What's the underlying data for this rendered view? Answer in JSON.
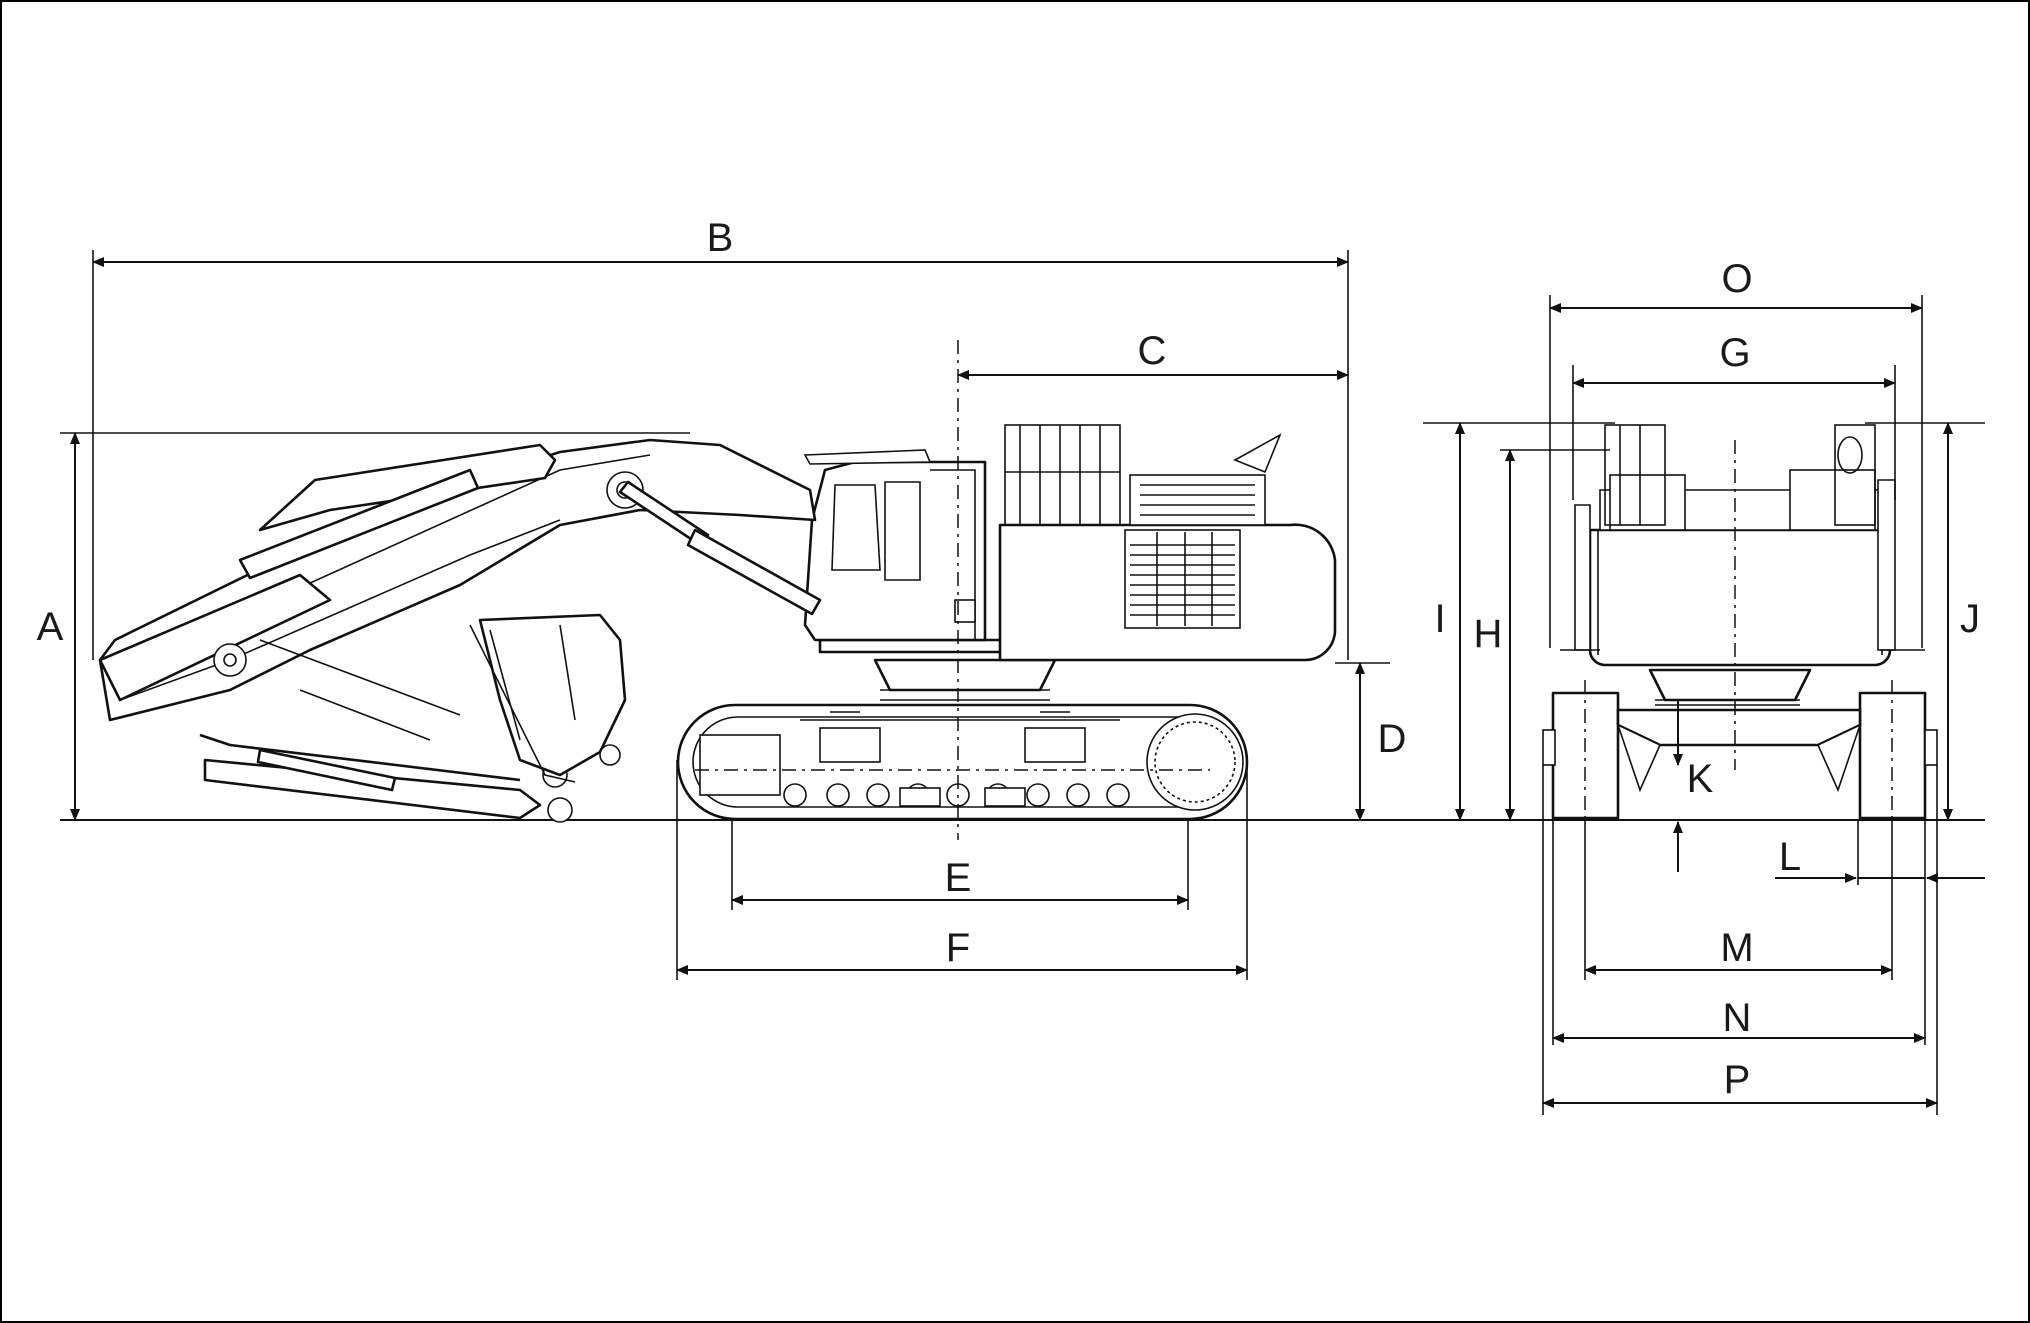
{
  "diagram": {
    "labels": {
      "A": "A",
      "B": "B",
      "C": "C",
      "D": "D",
      "E": "E",
      "F": "F",
      "G": "G",
      "H": "H",
      "I": "I",
      "J": "J",
      "K": "K",
      "L": "L",
      "M": "M",
      "N": "N",
      "O": "O",
      "P": "P"
    }
  }
}
